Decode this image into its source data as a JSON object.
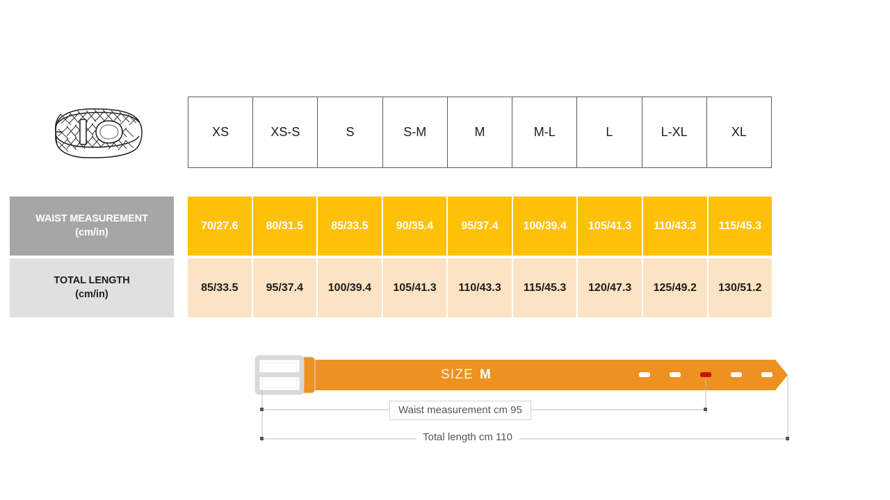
{
  "product": {
    "icon": "braided-belt-illustration"
  },
  "table": {
    "sizes": [
      "XS",
      "XS-S",
      "S",
      "S-M",
      "M",
      "M-L",
      "L",
      "L-XL",
      "XL"
    ],
    "rows": [
      {
        "label_main": "WAIST MEASUREMENT",
        "label_sub": "(cm/in)",
        "values": [
          "70/27.6",
          "80/31.5",
          "85/33.5",
          "90/35.4",
          "95/37.4",
          "100/39.4",
          "105/41.3",
          "110/43.3",
          "115/45.3"
        ]
      },
      {
        "label_main": "TOTAL LENGTH",
        "label_sub": "(cm/in)",
        "values": [
          "85/33.5",
          "95/37.4",
          "100/39.4",
          "105/41.3",
          "110/43.3",
          "115/45.3",
          "120/47.3",
          "125/49.2",
          "130/51.2"
        ]
      }
    ]
  },
  "diagram": {
    "size_word": "SIZE",
    "size_value": "M",
    "waist_dimension": "Waist measurement cm 95",
    "length_dimension": "Total length cm 110",
    "holes": 5,
    "highlighted_hole_index": 2
  },
  "colors": {
    "amber": "#FFC107",
    "peach": "#FCE3C4",
    "gray_dark": "#A6A6A6",
    "gray_light": "#E0E0E0",
    "belt_orange": "#ED9121",
    "buckle_silver": "#D9D9D9",
    "hole_highlight": "#CC1100",
    "dimension_line": "#BDBDBD"
  }
}
